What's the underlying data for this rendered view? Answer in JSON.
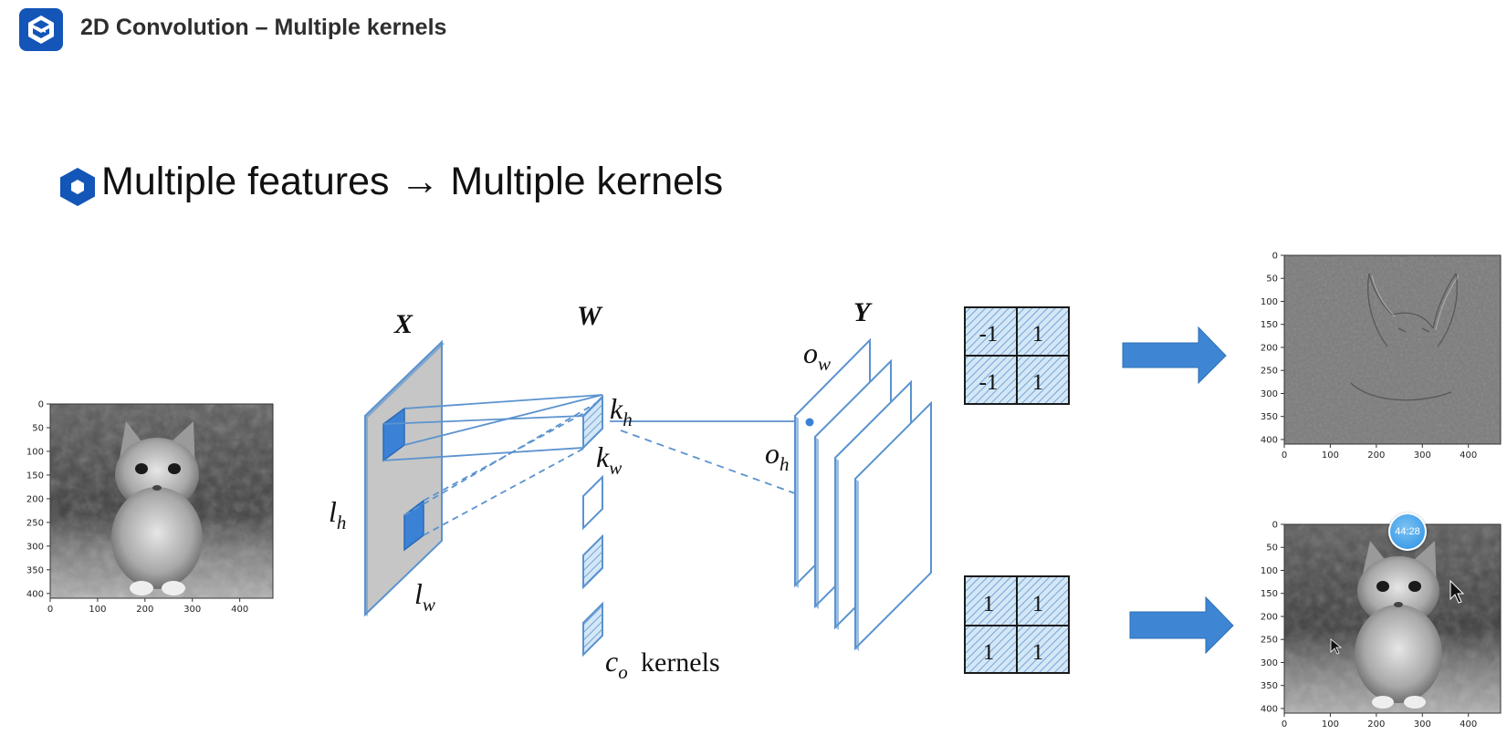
{
  "header": {
    "title": "2D Convolution – Multiple kernels"
  },
  "section": {
    "title": "Multiple features → Multiple kernels"
  },
  "plots": {
    "input": {
      "yticks": [
        "0",
        "50",
        "100",
        "150",
        "200",
        "250",
        "300",
        "350",
        "400"
      ],
      "xticks": [
        "0",
        "100",
        "200",
        "300",
        "400"
      ]
    },
    "output_top": {
      "yticks": [
        "0",
        "50",
        "100",
        "150",
        "200",
        "250",
        "300",
        "350",
        "400"
      ],
      "xticks": [
        "0",
        "100",
        "200",
        "300",
        "400"
      ]
    },
    "output_bottom": {
      "yticks": [
        "0",
        "50",
        "100",
        "150",
        "200",
        "250",
        "300",
        "350",
        "400"
      ],
      "xticks": [
        "0",
        "100",
        "200",
        "300",
        "400"
      ]
    }
  },
  "diagram": {
    "x_label": "X",
    "w_label": "W",
    "y_label": "Y",
    "lh": {
      "base": "l",
      "sub": "h"
    },
    "lw": {
      "base": "l",
      "sub": "w"
    },
    "kh": {
      "base": "k",
      "sub": "h"
    },
    "kw": {
      "base": "k",
      "sub": "w"
    },
    "ow": {
      "base": "o",
      "sub": "w"
    },
    "oh": {
      "base": "o",
      "sub": "h"
    },
    "co": {
      "base": "c",
      "sub": "o"
    },
    "co_suffix": "kernels"
  },
  "kernels": {
    "top": [
      [
        "-1",
        "1"
      ],
      [
        "-1",
        "1"
      ]
    ],
    "bottom": [
      [
        "1",
        "1"
      ],
      [
        "1",
        "1"
      ]
    ]
  },
  "timer": "44:28",
  "colors": {
    "accent": "#1456b8",
    "diagram_line": "#5b93cf",
    "patch_fill": "#3b82d6",
    "arrow": "#3e86d3",
    "plane_gray": "#c6c6c6"
  }
}
